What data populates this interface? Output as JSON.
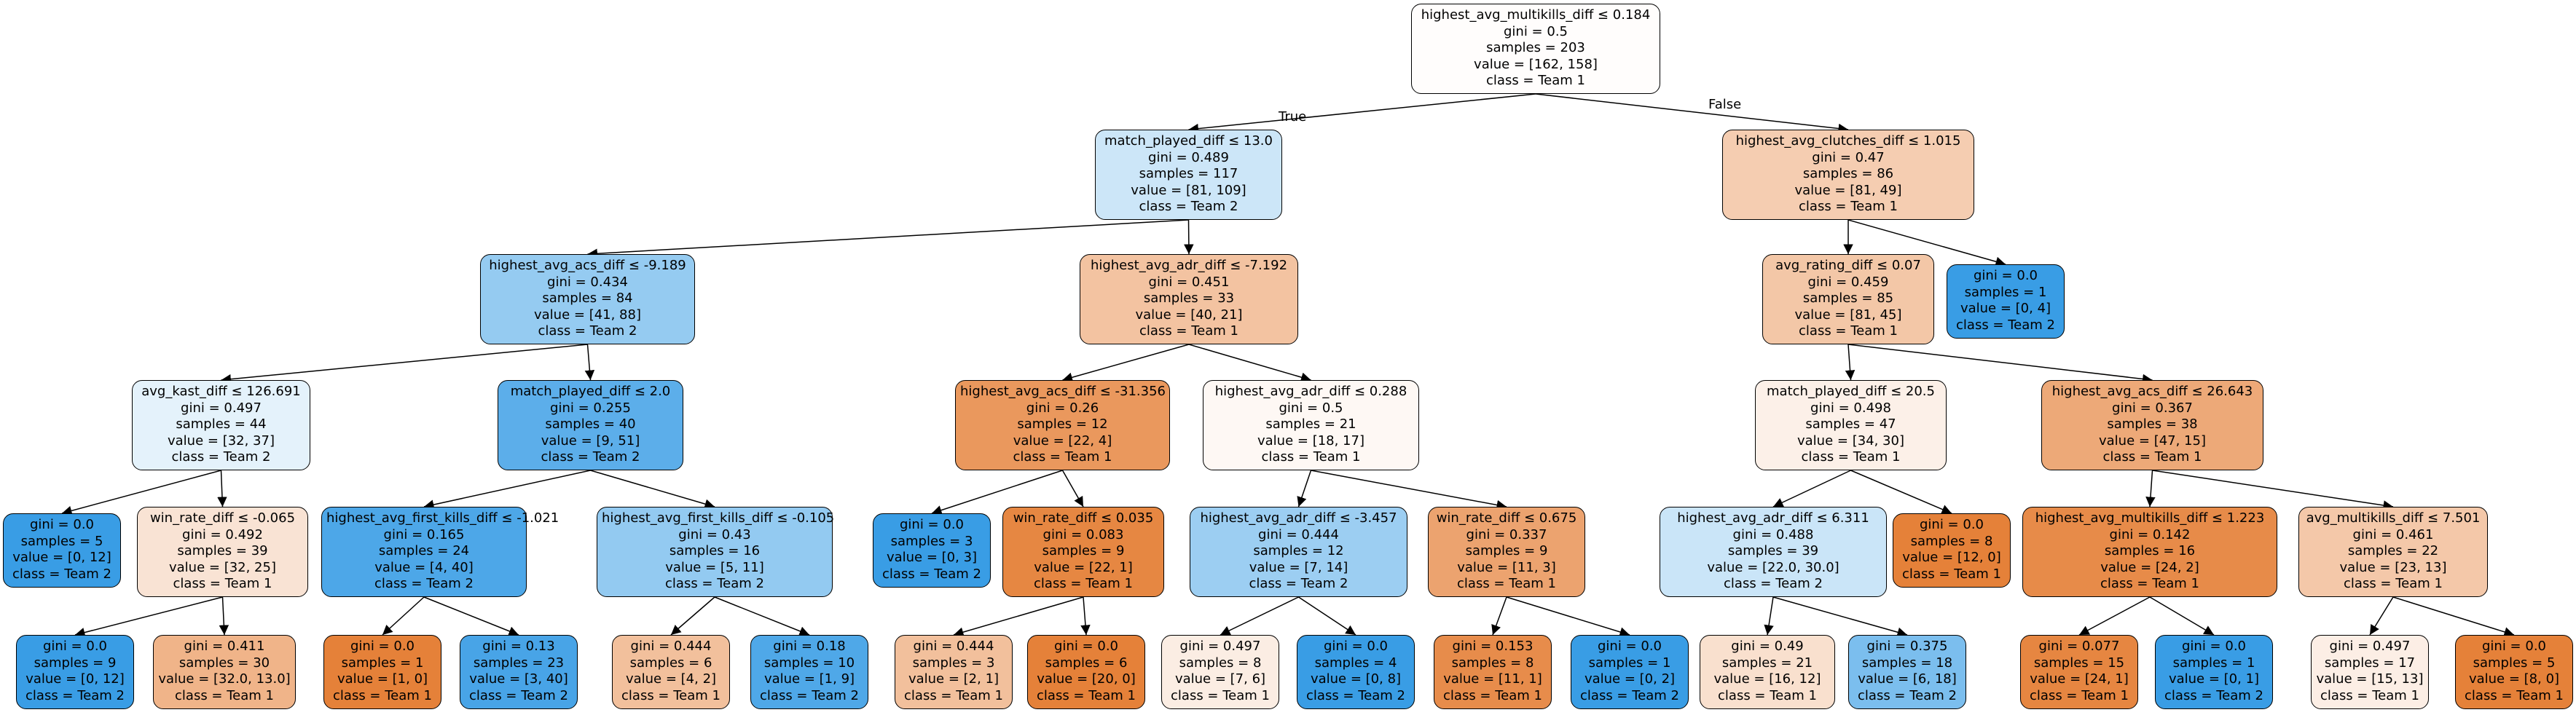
{
  "colors": {
    "team1": "#e58139",
    "team2": "#399de5",
    "edge": "#000000"
  },
  "edge_labels": {
    "true_label": "True",
    "false_label": "False"
  },
  "nodes": [
    {
      "id": "n0",
      "lines": [
        "highest_avg_multikills_diff ≤ 0.184",
        "gini = 0.5",
        "samples = 203",
        "value = [162, 158]",
        "class = Team 1"
      ],
      "cls": 1,
      "purity": 0.013
    },
    {
      "id": "n1",
      "lines": [
        "match_played_diff ≤ 13.0",
        "gini = 0.489",
        "samples = 117",
        "value = [81, 109]",
        "class = Team 2"
      ],
      "cls": 2,
      "purity": 0.257
    },
    {
      "id": "n2",
      "lines": [
        "highest_avg_clutches_diff ≤ 1.015",
        "gini = 0.47",
        "samples = 86",
        "value = [81, 49]",
        "class = Team 1"
      ],
      "cls": 1,
      "purity": 0.395
    },
    {
      "id": "n3",
      "lines": [
        "highest_avg_acs_diff ≤ -9.189",
        "gini = 0.434",
        "samples = 84",
        "value = [41, 88]",
        "class = Team 2"
      ],
      "cls": 2,
      "purity": 0.534
    },
    {
      "id": "n4",
      "lines": [
        "highest_avg_adr_diff ≤ -7.192",
        "gini = 0.451",
        "samples = 33",
        "value = [40, 21]",
        "class = Team 1"
      ],
      "cls": 1,
      "purity": 0.475
    },
    {
      "id": "n5",
      "lines": [
        "avg_rating_diff ≤ 0.07",
        "gini = 0.459",
        "samples = 85",
        "value = [81, 45]",
        "class = Team 1"
      ],
      "cls": 1,
      "purity": 0.444
    },
    {
      "id": "n6",
      "lines": [
        "gini = 0.0",
        "samples = 1",
        "value = [0, 4]",
        "class = Team 2"
      ],
      "cls": 2,
      "purity": 1.0
    },
    {
      "id": "n7",
      "lines": [
        "avg_kast_diff ≤ 126.691",
        "gini = 0.497",
        "samples = 44",
        "value = [32, 37]",
        "class = Team 2"
      ],
      "cls": 2,
      "purity": 0.135
    },
    {
      "id": "n8",
      "lines": [
        "match_played_diff ≤ 2.0",
        "gini = 0.255",
        "samples = 40",
        "value = [9, 51]",
        "class = Team 2"
      ],
      "cls": 2,
      "purity": 0.824
    },
    {
      "id": "n9",
      "lines": [
        "highest_avg_acs_diff ≤ -31.356",
        "gini = 0.26",
        "samples = 12",
        "value = [22, 4]",
        "class = Team 1"
      ],
      "cls": 1,
      "purity": 0.818
    },
    {
      "id": "n10",
      "lines": [
        "highest_avg_adr_diff ≤ 0.288",
        "gini = 0.5",
        "samples = 21",
        "value = [18, 17]",
        "class = Team 1"
      ],
      "cls": 1,
      "purity": 0.056
    },
    {
      "id": "n11",
      "lines": [
        "match_played_diff ≤ 20.5",
        "gini = 0.498",
        "samples = 47",
        "value = [34, 30]",
        "class = Team 1"
      ],
      "cls": 1,
      "purity": 0.118
    },
    {
      "id": "n12",
      "lines": [
        "highest_avg_acs_diff ≤ 26.643",
        "gini = 0.367",
        "samples = 38",
        "value = [47, 15]",
        "class = Team 1"
      ],
      "cls": 1,
      "purity": 0.681
    },
    {
      "id": "n13",
      "lines": [
        "gini = 0.0",
        "samples = 5",
        "value = [0, 12]",
        "class = Team 2"
      ],
      "cls": 2,
      "purity": 1.0
    },
    {
      "id": "n14",
      "lines": [
        "win_rate_diff ≤ -0.065",
        "gini = 0.492",
        "samples = 39",
        "value = [32, 25]",
        "class = Team 1"
      ],
      "cls": 1,
      "purity": 0.219
    },
    {
      "id": "n15",
      "lines": [
        "highest_avg_first_kills_diff ≤ -1.021",
        "gini = 0.165",
        "samples = 24",
        "value = [4, 40]",
        "class = Team 2"
      ],
      "cls": 2,
      "purity": 0.9
    },
    {
      "id": "n16",
      "lines": [
        "highest_avg_first_kills_diff ≤ -0.105",
        "gini = 0.43",
        "samples = 16",
        "value = [5, 11]",
        "class = Team 2"
      ],
      "cls": 2,
      "purity": 0.545
    },
    {
      "id": "n17",
      "lines": [
        "gini = 0.0",
        "samples = 3",
        "value = [0, 3]",
        "class = Team 2"
      ],
      "cls": 2,
      "purity": 1.0
    },
    {
      "id": "n18",
      "lines": [
        "win_rate_diff ≤ 0.035",
        "gini = 0.083",
        "samples = 9",
        "value = [22, 1]",
        "class = Team 1"
      ],
      "cls": 1,
      "purity": 0.955
    },
    {
      "id": "n19",
      "lines": [
        "highest_avg_adr_diff ≤ -3.457",
        "gini = 0.444",
        "samples = 12",
        "value = [7, 14]",
        "class = Team 2"
      ],
      "cls": 2,
      "purity": 0.5
    },
    {
      "id": "n20",
      "lines": [
        "win_rate_diff ≤ 0.675",
        "gini = 0.337",
        "samples = 9",
        "value = [11, 3]",
        "class = Team 1"
      ],
      "cls": 1,
      "purity": 0.727
    },
    {
      "id": "n21",
      "lines": [
        "highest_avg_adr_diff ≤ 6.311",
        "gini = 0.488",
        "samples = 39",
        "value = [22.0, 30.0]",
        "class = Team 2"
      ],
      "cls": 2,
      "purity": 0.267
    },
    {
      "id": "n22",
      "lines": [
        "gini = 0.0",
        "samples = 8",
        "value = [12, 0]",
        "class = Team 1"
      ],
      "cls": 1,
      "purity": 1.0
    },
    {
      "id": "n23",
      "lines": [
        "highest_avg_multikills_diff ≤ 1.223",
        "gini = 0.142",
        "samples = 16",
        "value = [24, 2]",
        "class = Team 1"
      ],
      "cls": 1,
      "purity": 0.917
    },
    {
      "id": "n24",
      "lines": [
        "avg_multikills_diff ≤ 7.501",
        "gini = 0.461",
        "samples = 22",
        "value = [23, 13]",
        "class = Team 1"
      ],
      "cls": 1,
      "purity": 0.435
    },
    {
      "id": "n25",
      "lines": [
        "gini = 0.0",
        "samples = 9",
        "value = [0, 12]",
        "class = Team 2"
      ],
      "cls": 2,
      "purity": 1.0
    },
    {
      "id": "n26",
      "lines": [
        "gini = 0.411",
        "samples = 30",
        "value = [32.0, 13.0]",
        "class = Team 1"
      ],
      "cls": 1,
      "purity": 0.594
    },
    {
      "id": "n27",
      "lines": [
        "gini = 0.0",
        "samples = 1",
        "value = [1, 0]",
        "class = Team 1"
      ],
      "cls": 1,
      "purity": 1.0
    },
    {
      "id": "n28",
      "lines": [
        "gini = 0.13",
        "samples = 23",
        "value = [3, 40]",
        "class = Team 2"
      ],
      "cls": 2,
      "purity": 0.925
    },
    {
      "id": "n29",
      "lines": [
        "gini = 0.444",
        "samples = 6",
        "value = [4, 2]",
        "class = Team 1"
      ],
      "cls": 1,
      "purity": 0.5
    },
    {
      "id": "n30",
      "lines": [
        "gini = 0.18",
        "samples = 10",
        "value = [1, 9]",
        "class = Team 2"
      ],
      "cls": 2,
      "purity": 0.889
    },
    {
      "id": "n31",
      "lines": [
        "gini = 0.444",
        "samples = 3",
        "value = [2, 1]",
        "class = Team 1"
      ],
      "cls": 1,
      "purity": 0.5
    },
    {
      "id": "n32",
      "lines": [
        "gini = 0.0",
        "samples = 6",
        "value = [20, 0]",
        "class = Team 1"
      ],
      "cls": 1,
      "purity": 1.0
    },
    {
      "id": "n33",
      "lines": [
        "gini = 0.497",
        "samples = 8",
        "value = [7, 6]",
        "class = Team 1"
      ],
      "cls": 1,
      "purity": 0.143
    },
    {
      "id": "n34",
      "lines": [
        "gini = 0.0",
        "samples = 4",
        "value = [0, 8]",
        "class = Team 2"
      ],
      "cls": 2,
      "purity": 1.0
    },
    {
      "id": "n35",
      "lines": [
        "gini = 0.153",
        "samples = 8",
        "value = [11, 1]",
        "class = Team 1"
      ],
      "cls": 1,
      "purity": 0.909
    },
    {
      "id": "n36",
      "lines": [
        "gini = 0.0",
        "samples = 1",
        "value = [0, 2]",
        "class = Team 2"
      ],
      "cls": 2,
      "purity": 1.0
    },
    {
      "id": "n37",
      "lines": [
        "gini = 0.49",
        "samples = 21",
        "value = [16, 12]",
        "class = Team 1"
      ],
      "cls": 1,
      "purity": 0.25
    },
    {
      "id": "n38",
      "lines": [
        "gini = 0.375",
        "samples = 18",
        "value = [6, 18]",
        "class = Team 2"
      ],
      "cls": 2,
      "purity": 0.667
    },
    {
      "id": "n39",
      "lines": [
        "gini = 0.077",
        "samples = 15",
        "value = [24, 1]",
        "class = Team 1"
      ],
      "cls": 1,
      "purity": 0.958
    },
    {
      "id": "n40",
      "lines": [
        "gini = 0.0",
        "samples = 1",
        "value = [0, 1]",
        "class = Team 2"
      ],
      "cls": 2,
      "purity": 1.0
    },
    {
      "id": "n41",
      "lines": [
        "gini = 0.497",
        "samples = 17",
        "value = [15, 13]",
        "class = Team 1"
      ],
      "cls": 1,
      "purity": 0.133
    },
    {
      "id": "n42",
      "lines": [
        "gini = 0.0",
        "samples = 5",
        "value = [8, 0]",
        "class = Team 1"
      ],
      "cls": 1,
      "purity": 1.0
    }
  ],
  "edges": [
    [
      "n0",
      "n1"
    ],
    [
      "n0",
      "n2"
    ],
    [
      "n1",
      "n3"
    ],
    [
      "n1",
      "n4"
    ],
    [
      "n2",
      "n5"
    ],
    [
      "n2",
      "n6"
    ],
    [
      "n3",
      "n7"
    ],
    [
      "n3",
      "n8"
    ],
    [
      "n4",
      "n9"
    ],
    [
      "n4",
      "n10"
    ],
    [
      "n5",
      "n11"
    ],
    [
      "n5",
      "n12"
    ],
    [
      "n7",
      "n13"
    ],
    [
      "n7",
      "n14"
    ],
    [
      "n8",
      "n15"
    ],
    [
      "n8",
      "n16"
    ],
    [
      "n9",
      "n17"
    ],
    [
      "n9",
      "n18"
    ],
    [
      "n10",
      "n19"
    ],
    [
      "n10",
      "n20"
    ],
    [
      "n11",
      "n21"
    ],
    [
      "n11",
      "n22"
    ],
    [
      "n12",
      "n23"
    ],
    [
      "n12",
      "n24"
    ],
    [
      "n14",
      "n25"
    ],
    [
      "n14",
      "n26"
    ],
    [
      "n15",
      "n27"
    ],
    [
      "n15",
      "n28"
    ],
    [
      "n16",
      "n29"
    ],
    [
      "n16",
      "n30"
    ],
    [
      "n18",
      "n31"
    ],
    [
      "n18",
      "n32"
    ],
    [
      "n19",
      "n33"
    ],
    [
      "n19",
      "n34"
    ],
    [
      "n20",
      "n35"
    ],
    [
      "n20",
      "n36"
    ],
    [
      "n21",
      "n37"
    ],
    [
      "n21",
      "n38"
    ],
    [
      "n23",
      "n39"
    ],
    [
      "n23",
      "n40"
    ],
    [
      "n24",
      "n41"
    ],
    [
      "n24",
      "n42"
    ]
  ]
}
